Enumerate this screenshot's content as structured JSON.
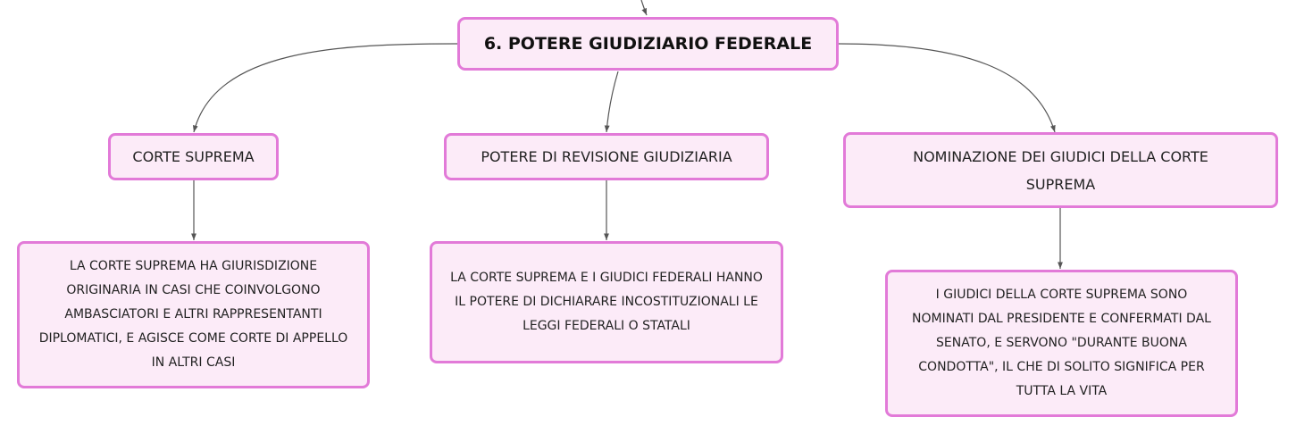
{
  "map": {
    "central": "6. POTERE GIUDIZIARIO FEDERALE",
    "topics": [
      {
        "title": "CORTE SUPREMA",
        "detail": "LA CORTE SUPREMA HA GIURISDIZIONE ORIGINARIA IN CASI CHE COINVOLGONO AMBASCIATORI E ALTRI RAPPRESENTANTI DIPLOMATICI, E AGISCE COME CORTE DI APPELLO IN ALTRI CASI"
      },
      {
        "title": "POTERE DI REVISIONE GIUDIZIARIA",
        "detail": "LA CORTE SUPREMA E I GIUDICI FEDERALI HANNO IL POTERE DI DICHIARARE INCOSTITUZIONALI LE LEGGI FEDERALI O STATALI"
      },
      {
        "title": "NOMINAZIONE DEI GIUDICI DELLA CORTE SUPREMA",
        "detail": "I GIUDICI DELLA CORTE SUPREMA SONO NOMINATI DAL PRESIDENTE E CONFERMATI DAL SENATO, E SERVONO \"DURANTE BUONA CONDOTTA\", IL CHE DI SOLITO SIGNIFICA PER TUTTA LA VITA"
      }
    ]
  },
  "colors": {
    "node_fill": "#fcebf8",
    "node_border": "#e27ad8",
    "connector": "#555555"
  }
}
